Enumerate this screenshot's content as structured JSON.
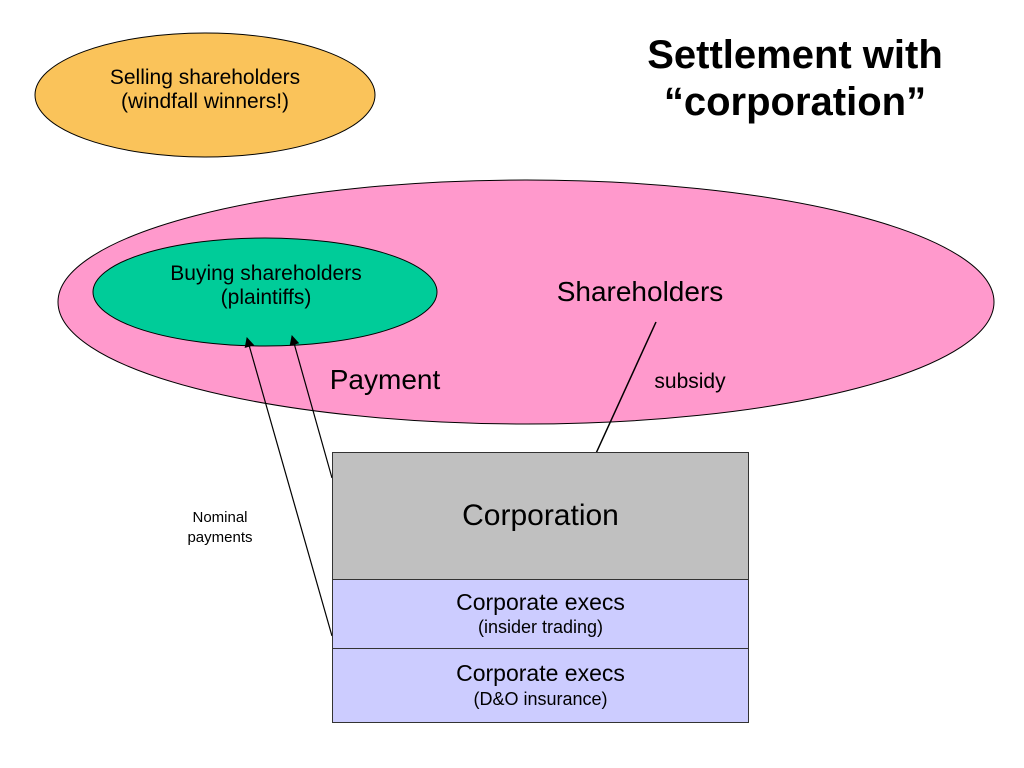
{
  "title": {
    "line1": "Settlement with",
    "line2": "“corporation”"
  },
  "selling": {
    "line1": "Selling shareholders",
    "line2": "(windfall winners!)",
    "color": "#fac35a"
  },
  "shareholders": {
    "label": "Shareholders",
    "color": "#ff99cc"
  },
  "buying": {
    "line1": "Buying shareholders",
    "line2": "(plaintiffs)",
    "color": "#00cc99"
  },
  "labels": {
    "payment": "Payment",
    "subsidy": "subsidy",
    "nominal_line1": "Nominal",
    "nominal_line2": "payments"
  },
  "corporation": {
    "label": "Corporation",
    "color": "#c0c0c0"
  },
  "execs_insider": {
    "label": "Corporate execs",
    "sub": "(insider trading)",
    "color": "#ccccff"
  },
  "execs_do": {
    "label": "Corporate execs",
    "sub": "(D&O insurance)",
    "color": "#ccccff"
  }
}
